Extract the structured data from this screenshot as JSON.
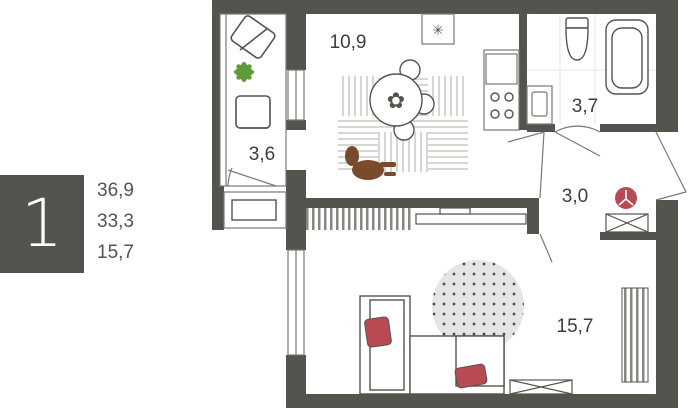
{
  "summary": {
    "rooms_count": "1",
    "areas": [
      "36,9",
      "33,3",
      "15,7"
    ]
  },
  "rooms": {
    "kitchen": "10,9",
    "balcony": "3,6",
    "bathroom": "3,7",
    "hall": "3,0",
    "living_room": "15,7"
  },
  "colors": {
    "wall": "#55534e",
    "line": "#7b7873",
    "accent": "#b94a53",
    "rug": "#e6e5e3",
    "dog": "#7a4a2c",
    "plant": "#5f9a3a"
  }
}
